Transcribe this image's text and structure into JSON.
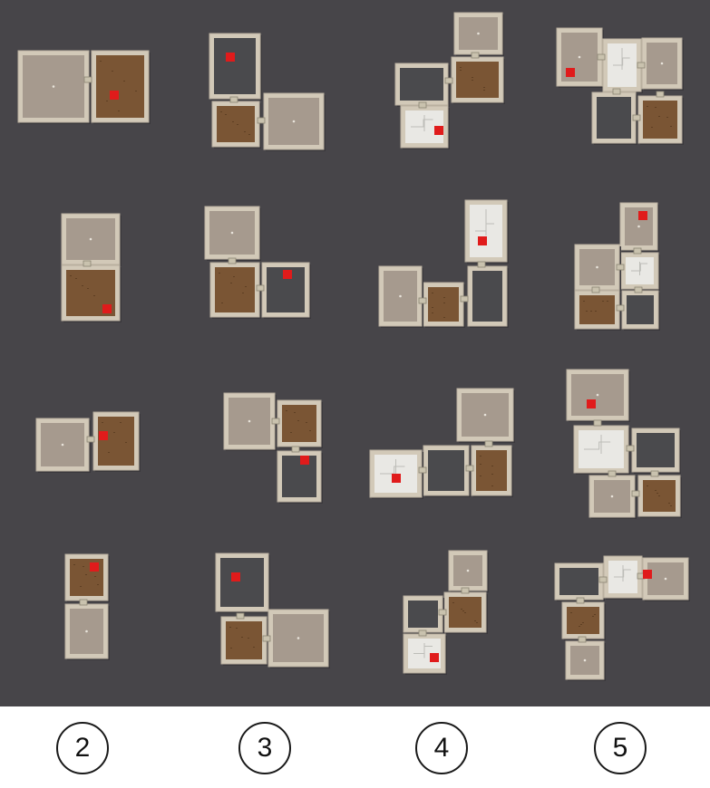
{
  "figure": {
    "columns": [
      {
        "label": "2",
        "room_count": 2
      },
      {
        "label": "3",
        "room_count": 3
      },
      {
        "label": "4",
        "room_count": 4
      },
      {
        "label": "5",
        "room_count": 5
      }
    ],
    "rows_per_column": 4,
    "floor_types": [
      "stone",
      "wood",
      "dark",
      "marble"
    ],
    "colors": {
      "background": "#474549",
      "wall": "#d2c9b8",
      "stone": "#a69a8e",
      "wood": "#7a5534",
      "dark": "#4a4a4d",
      "marble": "#e9e8e4",
      "goal": "#e01b1b",
      "door": "#c9c2ae"
    }
  }
}
